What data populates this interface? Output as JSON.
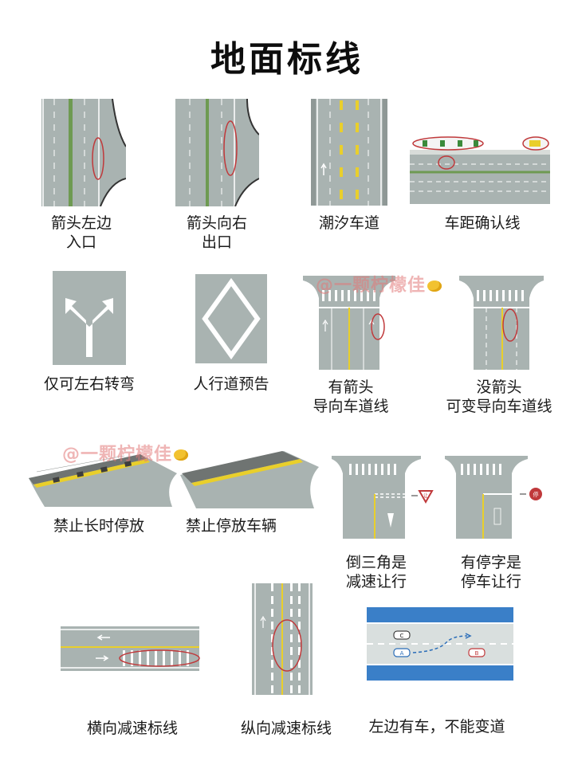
{
  "title": "地面标线",
  "watermark": "@一颗柠檬佳",
  "captions": {
    "c1": "箭头左边\n入口",
    "c2": "箭头向右\n出口",
    "c3": "潮汐车道",
    "c4": "车距确认线",
    "c5": "仅可左右转弯",
    "c6": "人行道预告",
    "c7": "有箭头\n导向车道线",
    "c8": "没箭头\n可变导向车道线",
    "c9": "禁止长时停放",
    "c10": "禁止停放车辆",
    "c11": "倒三角是\n减速让行",
    "c12": "有停字是\n停车让行",
    "c13": "横向减速标线",
    "c14": "纵向减速标线",
    "c15": "左边有车，不能变道"
  },
  "sign_labels": {
    "yield": "让",
    "stop": "停"
  },
  "car_labels": {
    "car_c": "C",
    "car_a": "A",
    "car_b": "B"
  },
  "colors": {
    "road": "#a9b3b1",
    "marking_white": "#ffffff",
    "marking_yellow": "#e9cf2b",
    "highlight_red": "#c0393b",
    "median_green": "#6e9a52",
    "water_blue": "#3a7fc8"
  }
}
